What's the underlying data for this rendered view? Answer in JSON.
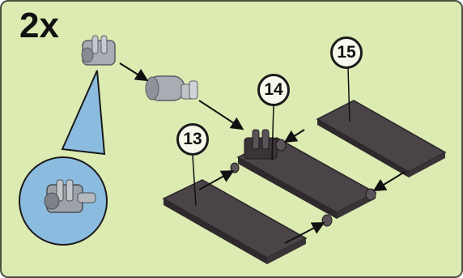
{
  "instruction": {
    "quantity": "2x",
    "callouts": [
      "13",
      "14",
      "15"
    ]
  },
  "colors": {
    "background": "#dcebb2",
    "border": "#4d4d44",
    "zoom_bubble": "#8bbcdf",
    "connector_part": "#a8adb4",
    "panel_part": "#4a4348"
  },
  "icons": [
    "connector-piece-icon",
    "axle-connector-icon",
    "zoom-detail-icon",
    "dark-panel-icon",
    "assembly-arrow-icon"
  ]
}
